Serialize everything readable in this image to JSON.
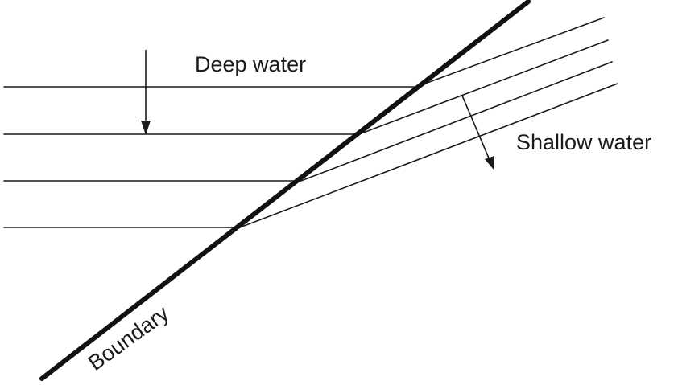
{
  "labels": {
    "deep": "Deep water",
    "shallow": "Shallow water",
    "boundary": "Boundary"
  },
  "colors": {
    "ink": "#1a1a1a",
    "background": "#ffffff"
  }
}
